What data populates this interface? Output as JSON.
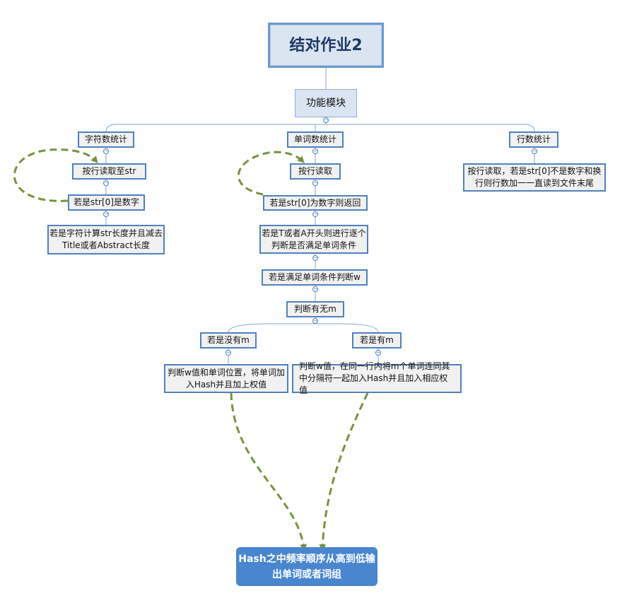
{
  "diagram": {
    "root": "结对作业2",
    "module": "功能模块",
    "branches": {
      "char_count": {
        "title": "字符数统计",
        "step1": "按行读取至str",
        "step2": "若是str[0]是数字",
        "step3": "若是字符计算str长度并且减去Title或者Abstract长度"
      },
      "word_count": {
        "title": "单词数统计",
        "step1": "按行读取",
        "step2": "若是str[0]为数字则返回",
        "step3": "若是T或者A开头则进行逐个判断是否满足单词条件",
        "step4": "若是满足单词条件判断w",
        "step5": "判断有无m",
        "no_m": "若是没有m",
        "no_m_action": "判断w值和单词位置，将单词加入Hash并且加上权值",
        "has_m": "若是有m",
        "has_m_action": "判断w值，在同一行内将m个单词连同其中分隔符一起加入Hash并且加入相应权值"
      },
      "line_count": {
        "title": "行数统计",
        "step1": "按行读取，若是str[0]不是数字和换行则行数加一一直读到文件末尾"
      }
    },
    "output": "Hash之中频率顺序从高到低输出单词或者词组"
  },
  "colors": {
    "node_border": "#4f81bd",
    "connector": "#7ea6d4",
    "loop_arrow": "#77933c",
    "final_fill": "#4a86cf"
  }
}
